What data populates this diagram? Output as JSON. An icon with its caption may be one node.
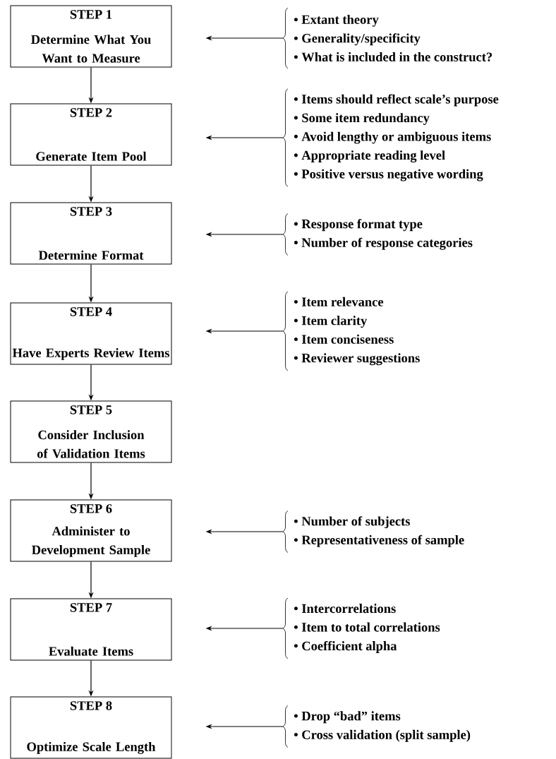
{
  "diagram": {
    "nodes": [
      {
        "text": [
          "STEP 1",
          "Determine What You Want to Measure"
        ]
      },
      {
        "text": [
          "• Extant theory",
          "• Generality/specificity",
          "• What is included in the construct?"
        ]
      },
      {
        "text": [
          "STEP 2",
          "Generate Item Pool"
        ]
      },
      {
        "text": [
          "• Items should reflect scale’s purpose",
          "• Some item redundancy",
          "• Avoid lengthy or ambiguous items",
          "• Appropriate reading level",
          "• Positive versus negative wording"
        ]
      },
      {
        "text": [
          "STEP 3",
          "Determine Format"
        ]
      },
      {
        "text": [
          "• Response format type",
          "• Number of response categories"
        ]
      },
      {
        "text": [
          "STEP 4",
          "Have Experts Review Items"
        ]
      },
      {
        "text": [
          "• Item relevance",
          "• Item clarity",
          "• Item conciseness",
          "• Reviewer suggestions"
        ]
      },
      {
        "text": [
          "STEP 5",
          "Consider Inclusion of Validation Items"
        ]
      },
      {
        "text": [
          "STEP 6",
          "Administer to Development Sample"
        ]
      },
      {
        "text": [
          "• Number of subjects",
          "• Representativeness of sample"
        ]
      },
      {
        "text": [
          "STEP 7",
          "Evaluate Items"
        ]
      },
      {
        "text": [
          "• Intercorrelations",
          "• Item to total correlations",
          "• Coefficient alpha"
        ]
      },
      {
        "text": [
          "STEP 8",
          "Optimize Scale Length"
        ]
      },
      {
        "text": [
          "• Drop “bad” items",
          "• Cross validation (split sample)"
        ]
      }
    ],
    "edges": [
      {
        "from": 1,
        "to": 0,
        "arrow": "to"
      },
      {
        "from": 0,
        "to": 2,
        "arrow": "to"
      },
      {
        "from": 3,
        "to": 2,
        "arrow": "to"
      },
      {
        "from": 2,
        "to": 4,
        "arrow": "to"
      },
      {
        "from": 5,
        "to": 4,
        "arrow": "to"
      },
      {
        "from": 4,
        "to": 6,
        "arrow": "to"
      },
      {
        "from": 7,
        "to": 6,
        "arrow": "to"
      },
      {
        "from": 6,
        "to": 8,
        "arrow": "to"
      },
      {
        "from": 8,
        "to": 9,
        "arrow": "to"
      },
      {
        "from": 10,
        "to": 9,
        "arrow": "to"
      },
      {
        "from": 9,
        "to": 11,
        "arrow": "to"
      },
      {
        "from": 12,
        "to": 11,
        "arrow": "to"
      },
      {
        "from": 11,
        "to": 13,
        "arrow": "to"
      },
      {
        "from": 14,
        "to": 13,
        "arrow": "to"
      }
    ]
  }
}
